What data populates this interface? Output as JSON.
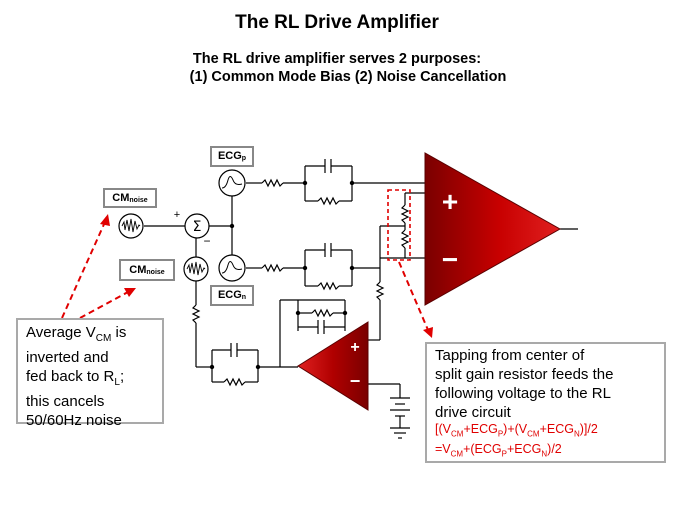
{
  "title": "The RL Drive Amplifier",
  "subtitle_line1": "The RL drive amplifier  serves 2 purposes:",
  "subtitle_line2": "(1) Common Mode Bias (2) Noise Cancellation",
  "labels": {
    "cm_noise_top": {
      "main": "CM",
      "sub": "noise"
    },
    "cm_noise_bottom": {
      "main": "CM",
      "sub": "noise"
    },
    "ecg_p": {
      "main": "ECG",
      "sub": "p"
    },
    "ecg_n": {
      "main": "ECG",
      "sub": "n"
    }
  },
  "amplifier": {
    "plus": "+",
    "minus": "−"
  },
  "rl_amp": {
    "plus": "+",
    "minus": "−"
  },
  "summer": {
    "symbol": "Σ",
    "plus": "+",
    "minus": "−"
  },
  "note_left": {
    "l1a": "Average V",
    "l1sub": "CM",
    "l1b": " is",
    "l2": "inverted and",
    "l3a": "fed back to R",
    "l3sub": "L",
    "l3b": ";",
    "l4": "this cancels",
    "l5": "50/60Hz noise"
  },
  "note_right": {
    "l1": "Tapping from center of",
    "l2": "split gain resistor feeds the",
    "l3": "following voltage to the RL",
    "l4": "drive circuit",
    "f1": [
      "[(V",
      "CM",
      "+ECG",
      "P",
      ")+(V",
      "CM",
      "+ECG",
      "N",
      ")]/2"
    ],
    "f2": [
      "=V",
      "CM",
      "+(ECG",
      "P",
      "+ECG",
      "N",
      ")/2"
    ]
  },
  "colors": {
    "amp_red": "#c00000",
    "amp_dark": "#6b0000",
    "callout_red": "#e00000",
    "formula_red": "#e00000",
    "label_border": "#888888"
  }
}
